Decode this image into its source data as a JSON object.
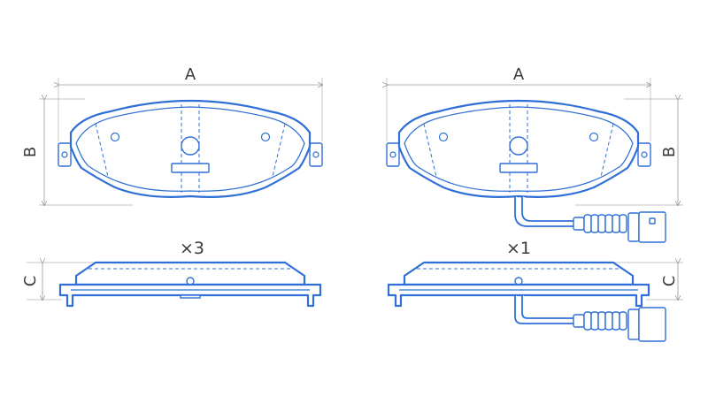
{
  "dimensions": {
    "a_left": "A",
    "a_right": "A",
    "b_left": "B",
    "b_right": "B",
    "c_left": "C",
    "c_right": "C"
  },
  "quantities": {
    "left": "×3",
    "right": "×1"
  },
  "colors": {
    "outline": "#2f6fd6",
    "dimension_lines": "#9a9a9a",
    "text": "#3a3a3a"
  }
}
